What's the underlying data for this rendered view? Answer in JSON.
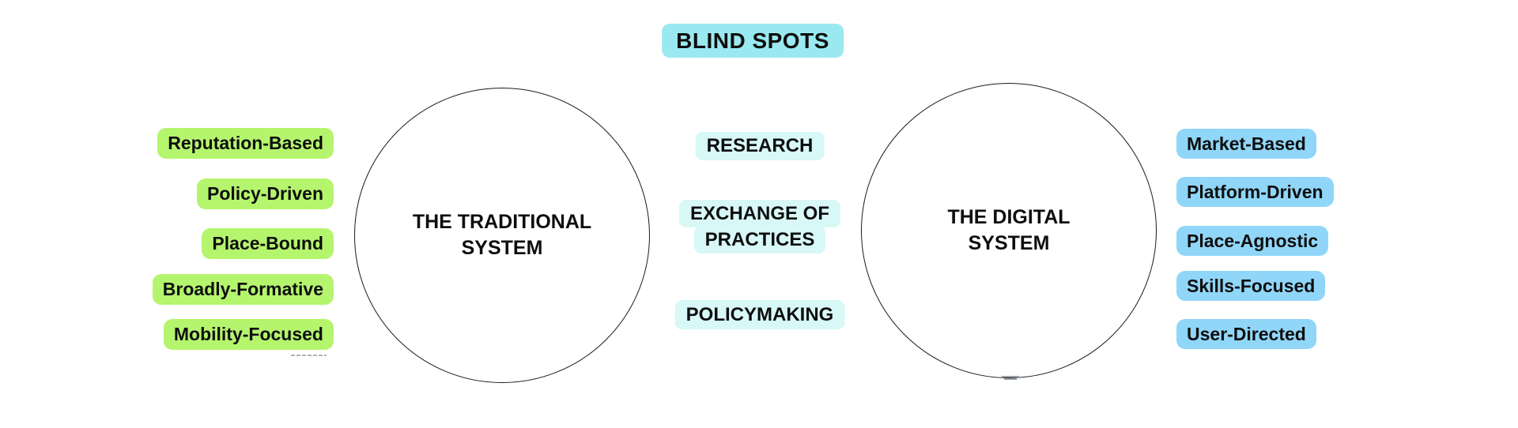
{
  "title": "BLIND SPOTS",
  "colors": {
    "title_bg": "#9ae9f0",
    "green_bg": "#b5f56e",
    "cyan_bg": "#d7f8f6",
    "blue_bg": "#90d6f8",
    "text": "#0e0e0e",
    "circle_border": "#1b1b1b"
  },
  "circles": {
    "traditional": {
      "line1": "THE TRADITIONAL",
      "line2": "SYSTEM"
    },
    "digital": {
      "line1": "THE DIGITAL",
      "line2": "SYSTEM"
    }
  },
  "left_labels": [
    "Reputation-Based",
    "Policy-Driven",
    "Place-Bound",
    "Broadly-Formative",
    "Mobility-Focused"
  ],
  "center_labels": {
    "research": "RESEARCH",
    "exchange_line1": "EXCHANGE OF",
    "exchange_line2": "PRACTICES",
    "policymaking": "POLICYMAKING"
  },
  "right_labels": [
    "Market-Based",
    "Platform-Driven",
    "Place-Agnostic",
    "Skills-Focused",
    "User-Directed"
  ]
}
